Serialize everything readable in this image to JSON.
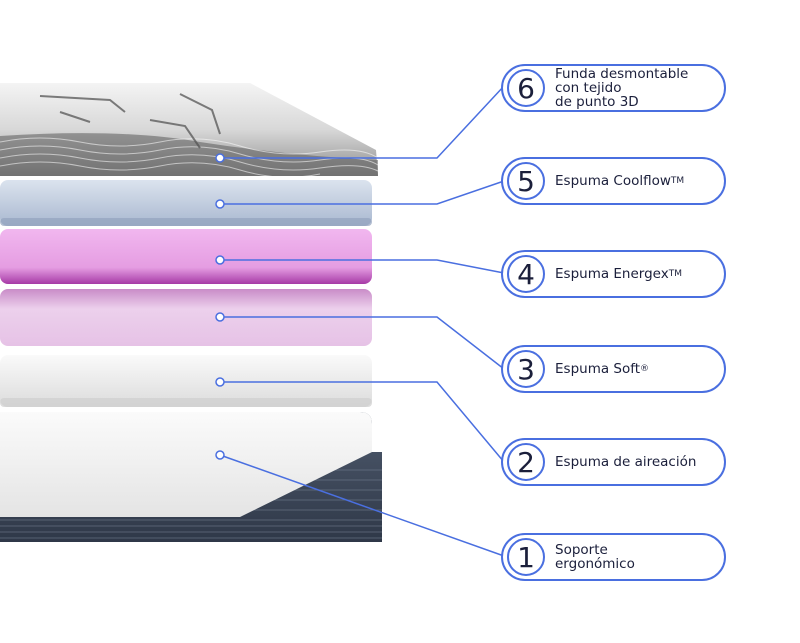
{
  "colors": {
    "accent": "#4a6fe0",
    "text": "#1b1f3b",
    "layer_6_cover": "#e6e6e6",
    "layer_5_coolflow": "#b4c2d8",
    "layer_4_energex": "#e29bdf",
    "layer_3_soft": "#e6c6e6",
    "layer_2_aeration": "#eeeeee",
    "layer_1_base": "#f2f2f2",
    "base_band": "#3a4658"
  },
  "layers": [
    {
      "number": "6",
      "label": "Funda desmontable\ncon tejido\nde punto 3D",
      "sup": "",
      "icon": "knit-cover-layer"
    },
    {
      "number": "5",
      "label": "Espuma Coolflow",
      "sup": "TM",
      "icon": "coolflow-foam-layer"
    },
    {
      "number": "4",
      "label": "Espuma Energex",
      "sup": "TM",
      "icon": "energex-foam-layer"
    },
    {
      "number": "3",
      "label": "Espuma Soft",
      "sup": "®",
      "icon": "soft-foam-layer"
    },
    {
      "number": "2",
      "label": "Espuma de aireación",
      "sup": "",
      "icon": "aeration-foam-layer"
    },
    {
      "number": "1",
      "label": "Soporte\nergonómico",
      "sup": "",
      "icon": "ergonomic-support-layer"
    }
  ]
}
